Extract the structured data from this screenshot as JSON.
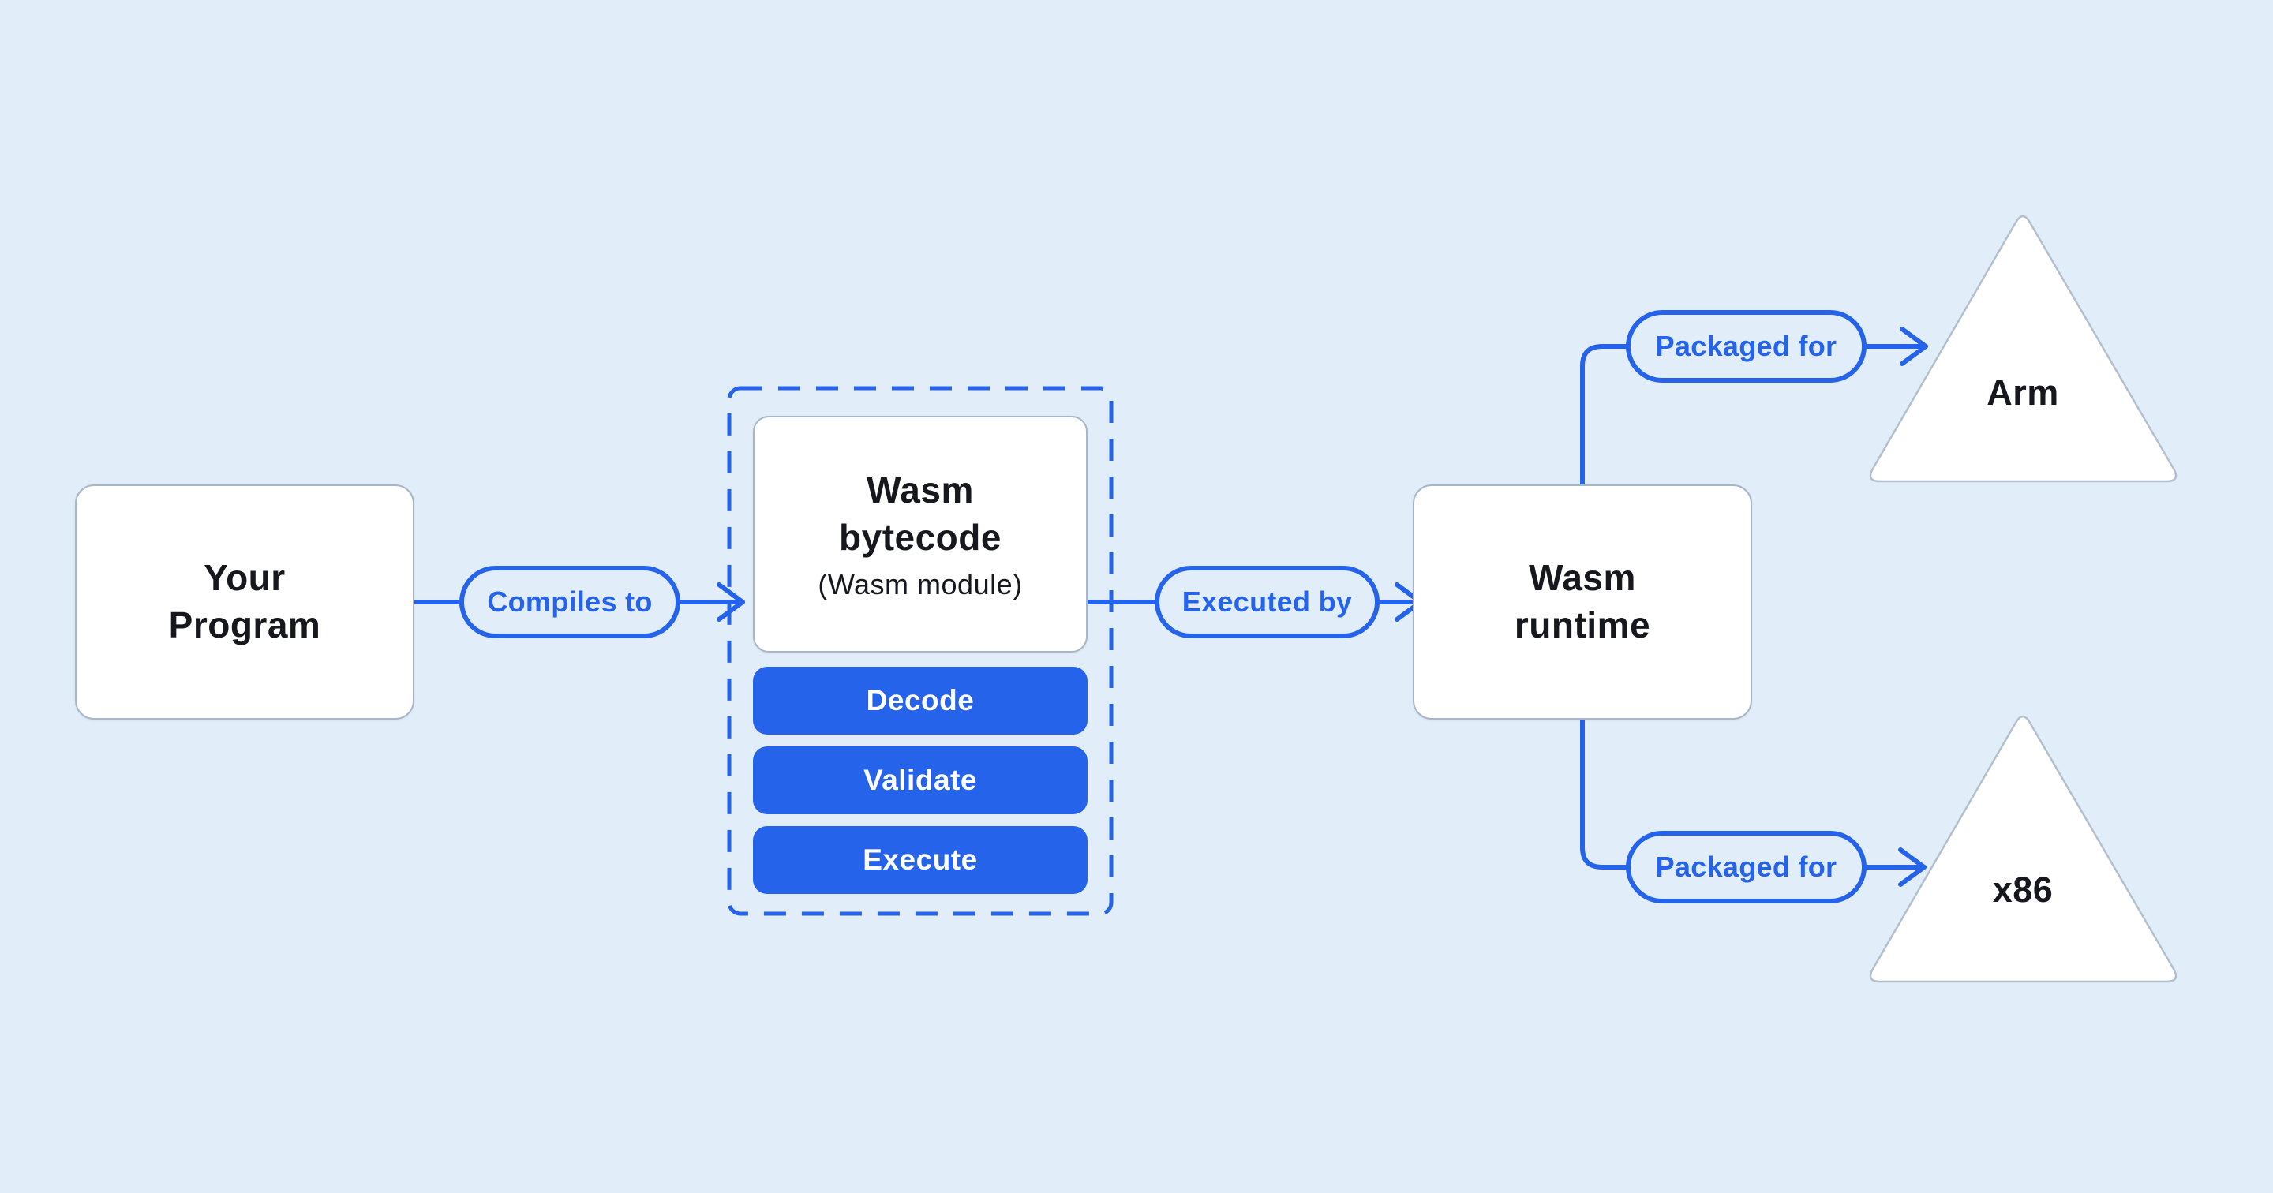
{
  "colors": {
    "background": "#e1eefa",
    "accent": "#2563eb",
    "node_fill": "#ffffff",
    "node_border": "#a9b6c6",
    "node_text": "#16181d",
    "button_fill": "#2563eb",
    "button_text": "#ffffff"
  },
  "nodes": {
    "your_program": {
      "lines": [
        "Your",
        "Program"
      ]
    },
    "wasm_bytecode": {
      "lines": [
        "Wasm",
        "bytecode"
      ],
      "subtitle": "(Wasm module)"
    },
    "bytecode_steps": [
      {
        "label": "Decode"
      },
      {
        "label": "Validate"
      },
      {
        "label": "Execute"
      }
    ],
    "wasm_runtime": {
      "lines": [
        "Wasm",
        "runtime"
      ]
    },
    "arm_target": {
      "label": "Arm"
    },
    "x86_target": {
      "label": "x86"
    }
  },
  "edges": {
    "compiles_to": {
      "label": "Compiles to"
    },
    "executed_by": {
      "label": "Executed by"
    },
    "packaged_for_arm": {
      "label": "Packaged for"
    },
    "packaged_for_x86": {
      "label": "Packaged for"
    }
  }
}
